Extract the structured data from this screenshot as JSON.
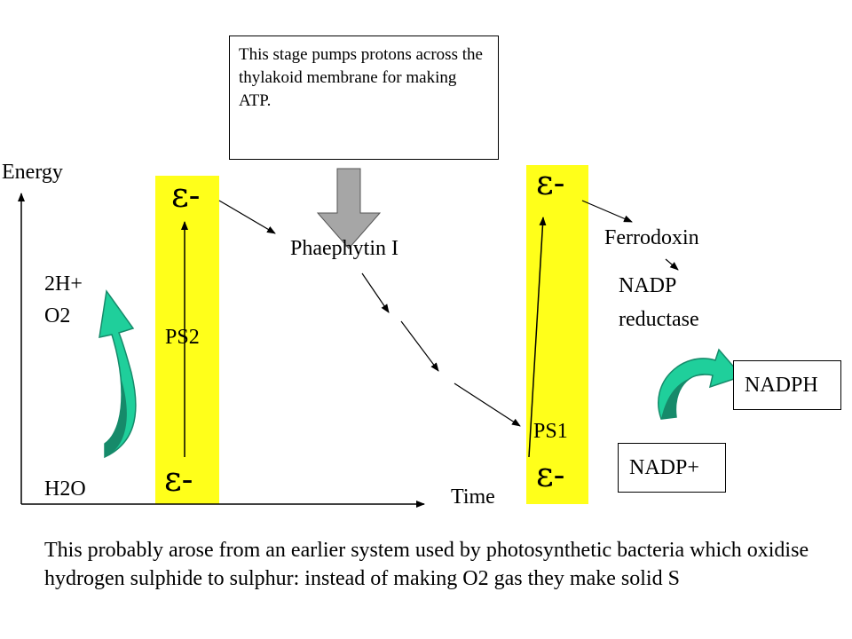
{
  "colors": {
    "photosystem_bar": "#ffff1a",
    "curved_arrow_fill": "#1fcf9b",
    "curved_arrow_shade": "#168a6a",
    "block_arrow": "#a6a6a6"
  },
  "labels": {
    "energy_axis": "Energy",
    "time_axis": "Time",
    "electron": "ε-",
    "ps2": "PS2",
    "ps1": "PS1",
    "water": "H2O",
    "oxygen_line1": "2H+",
    "oxygen_line2": "O2",
    "phaephytin": "Phaephytin I",
    "ferrodoxin": "Ferrodoxin",
    "nadp_reductase_line1": "NADP",
    "nadp_reductase_line2": "reductase",
    "nadph": "NADPH",
    "nadp_plus": "NADP+"
  },
  "note_box": {
    "text": "This stage pumps protons across the thylakoid membrane for making ATP."
  },
  "caption": {
    "text": "This probably arose from an earlier system used by photosynthetic bacteria which oxidise hydrogen sulphide to sulphur: instead of making O2 gas they make solid S"
  },
  "icons": [
    "block-down-arrow-icon",
    "curved-arrow-icon",
    "arrowhead-icon"
  ]
}
